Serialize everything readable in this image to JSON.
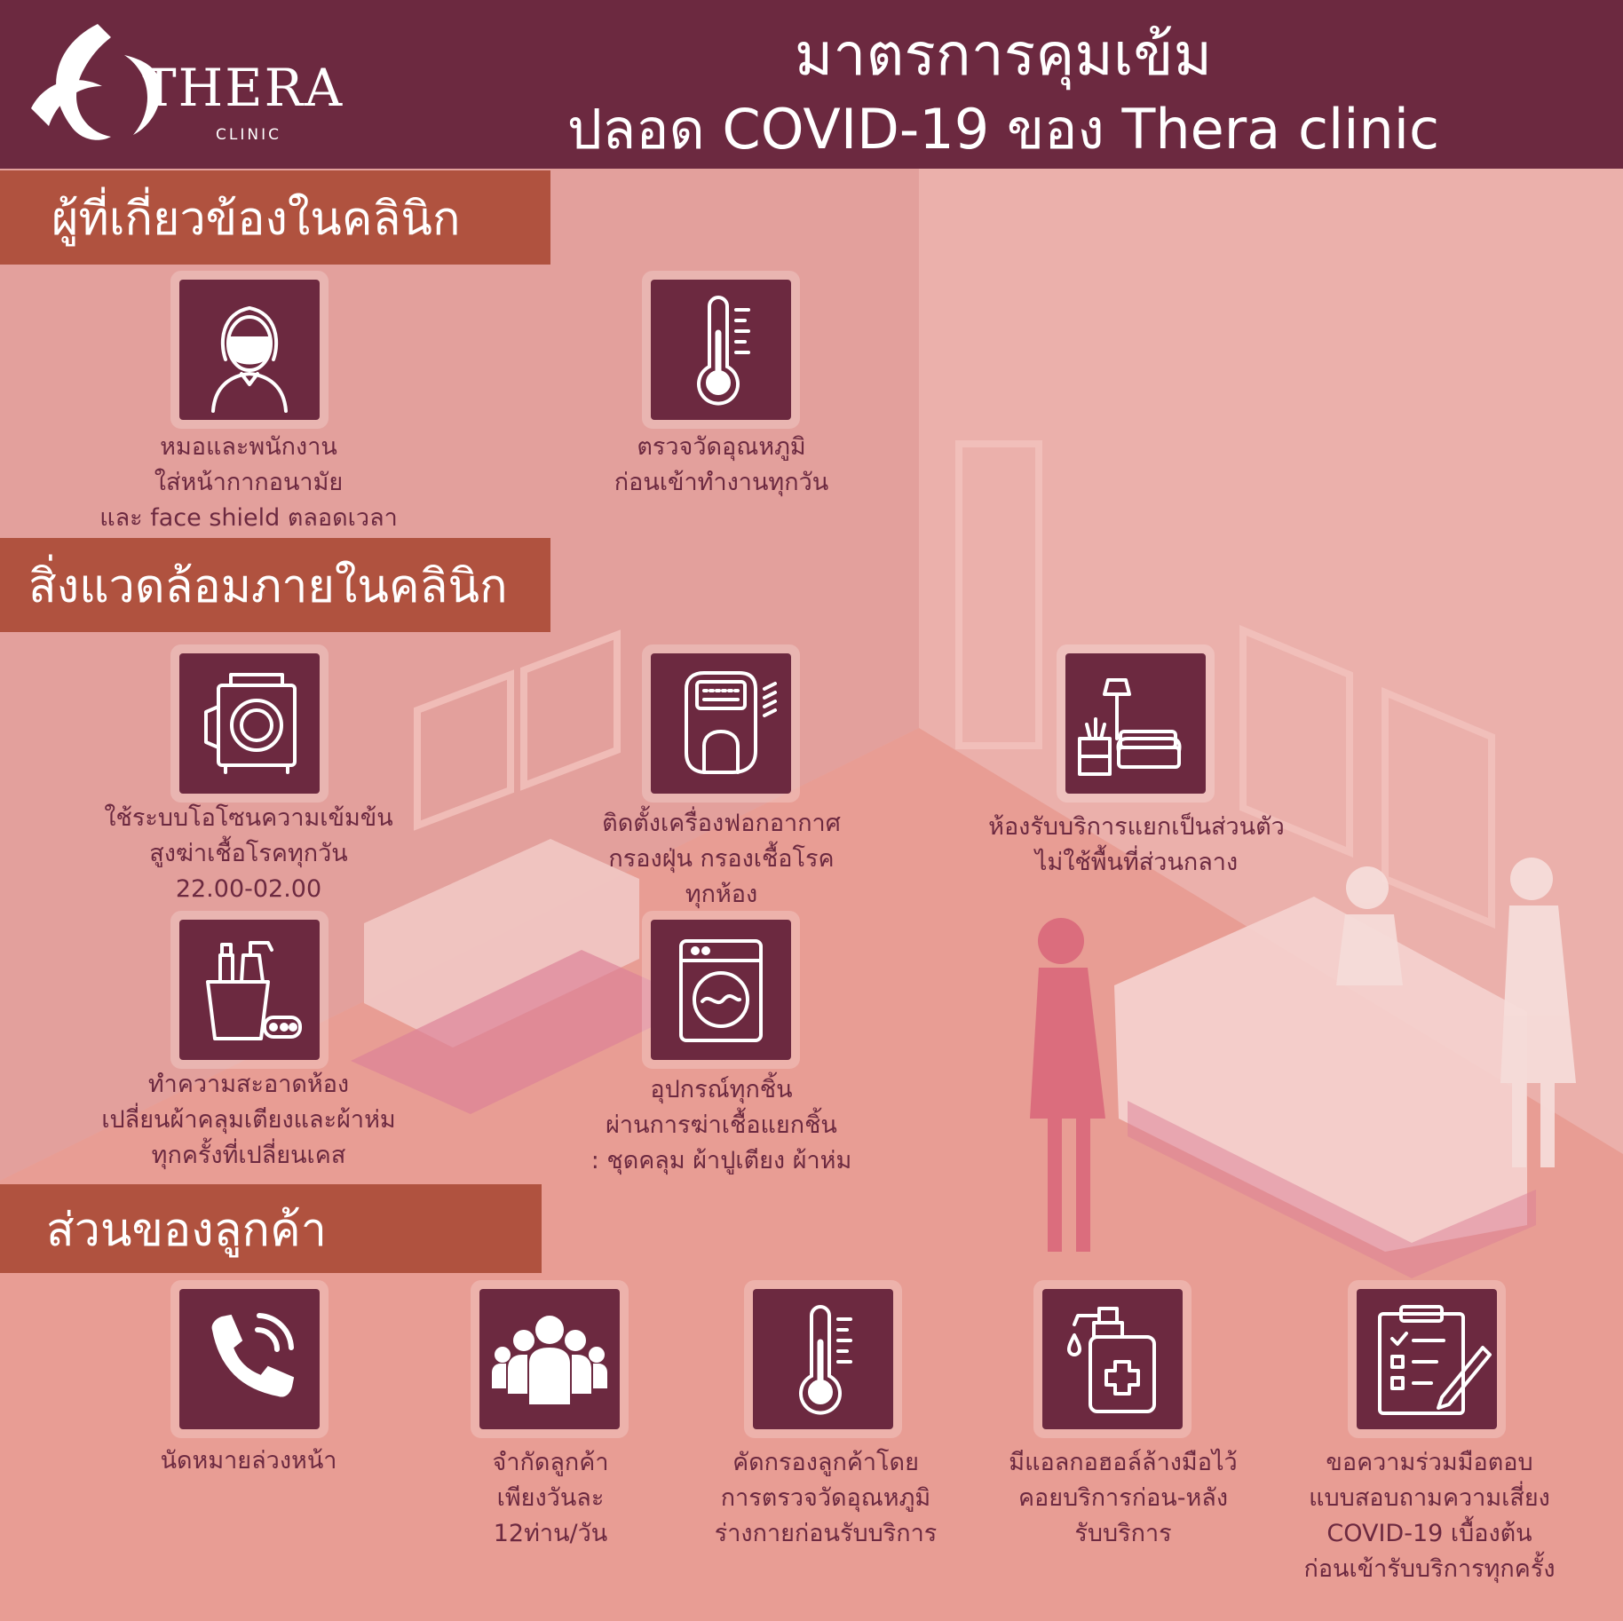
{
  "header": {
    "logo_name": "THERA",
    "logo_sub": "CLINIC",
    "title_line1": "มาตรการคุมเข้ม",
    "title_line2": "ปลอด COVID-19 ของ Thera clinic"
  },
  "sections": {
    "staff": {
      "heading": "ผู้ที่เกี่ยวข้องในคลินิก",
      "items": [
        {
          "icon": "masked-person-icon",
          "lines": [
            "หมอและพนักงาน",
            "ใส่หน้ากากอนามัย",
            "และ face shield ตลอดเวลา"
          ]
        },
        {
          "icon": "thermometer-icon",
          "lines": [
            "ตรวจวัดอุณหภูมิ",
            "ก่อนเข้าทำงานทุกวัน"
          ]
        }
      ]
    },
    "environment": {
      "heading": "สิ่งแวดล้อมภายในคลินิก",
      "items": [
        {
          "icon": "ozone-machine-icon",
          "lines": [
            "ใช้ระบบโอโซนความเข้มข้น",
            "สูงฆ่าเชื้อโรคทุกวัน",
            "22.00-02.00"
          ]
        },
        {
          "icon": "air-purifier-icon",
          "lines": [
            "ติดตั้งเครื่องฟอกอากาศ",
            "กรองฝุ่น กรองเชื้อโรค",
            "ทุกห้อง"
          ]
        },
        {
          "icon": "private-room-icon",
          "lines": [
            "ห้องรับบริการแยกเป็นส่วนตัว",
            "ไม่ใช้พื้นที่ส่วนกลาง"
          ]
        },
        {
          "icon": "cleaning-supplies-icon",
          "lines": [
            "ทำความสะอาดห้อง",
            "เปลี่ยนผ้าคลุมเตียงและผ้าห่ม",
            "ทุกครั้งที่เปลี่ยนเคส"
          ]
        },
        {
          "icon": "washing-machine-icon",
          "lines": [
            "อุปกรณ์ทุกชิ้น",
            "ผ่านการฆ่าเชื้อแยกชิ้น",
            ": ชุดคลุม ผ้าปูเตียง ผ้าห่ม"
          ]
        }
      ]
    },
    "customer": {
      "heading": "ส่วนของลูกค้า",
      "items": [
        {
          "icon": "phone-icon",
          "lines": [
            "นัดหมายล่วงหน้า"
          ]
        },
        {
          "icon": "group-people-icon",
          "lines": [
            "จำกัดลูกค้า",
            "เพียงวันละ",
            "12ท่าน/วัน"
          ]
        },
        {
          "icon": "thermometer-icon",
          "lines": [
            "คัดกรองลูกค้าโดย",
            "การตรวจวัดอุณหภูมิ",
            "ร่างกายก่อนรับบริการ"
          ]
        },
        {
          "icon": "sanitizer-bottle-icon",
          "lines": [
            "มีแอลกอฮอล์ล้างมือไว้",
            "คอยบริการก่อน-หลัง",
            "รับบริการ"
          ]
        },
        {
          "icon": "questionnaire-clipboard-icon",
          "lines": [
            "ขอความร่วมมือตอบ",
            "แบบสอบถามความเสี่ยง",
            "COVID-19 เบื้องต้น",
            "ก่อนเข้ารับบริการทุกครั้ง"
          ]
        }
      ]
    }
  },
  "colors": {
    "header_bg": "#6c2940",
    "section_bar": "#b0523f",
    "icon_tile": "#6c2940",
    "caption_text": "#6c2940",
    "background": "#e8aaa3"
  }
}
